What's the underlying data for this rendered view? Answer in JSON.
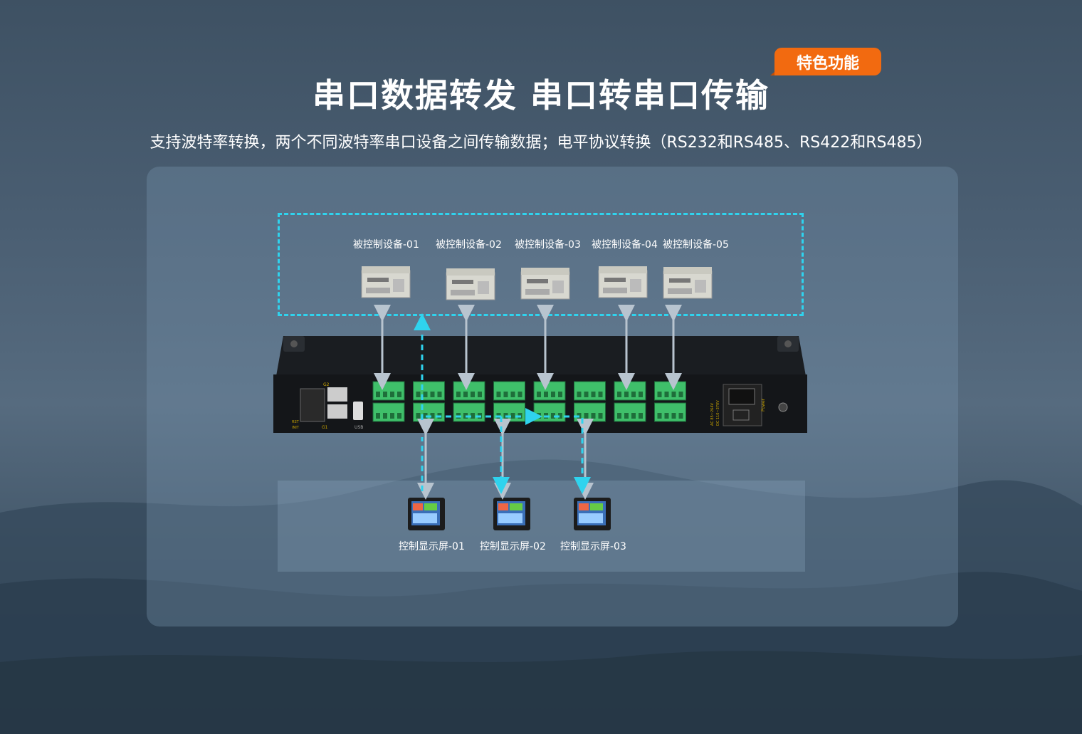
{
  "header": {
    "title": "串口数据转发 串口转串口传输",
    "badge": "特色功能",
    "subtitle": "支持波特率转换，两个不同波特率串口设备之间传输数据；电平协议转换（RS232和RS485、RS422和RS485）"
  },
  "controlled_devices": [
    {
      "label": "被控制设备-01"
    },
    {
      "label": "被控制设备-02"
    },
    {
      "label": "被控制设备-03"
    },
    {
      "label": "被控制设备-04"
    },
    {
      "label": "被控制设备-05"
    }
  ],
  "displays": [
    {
      "label": "控制显示屏-01"
    },
    {
      "label": "控制显示屏-02"
    },
    {
      "label": "控制显示屏-03"
    }
  ],
  "server_panel": {
    "labels": {
      "g2": "G2",
      "g1": "G1",
      "usb": "USB",
      "rst": "RST",
      "init": "INIT",
      "power": "Power",
      "ac": "AC 85~264V",
      "dc": "DC 110~370V"
    }
  },
  "colors": {
    "accent": "#f26a10",
    "flow": "#2fd3ee",
    "link": "#b8c4cf",
    "terminal": "#3fbf6a"
  }
}
